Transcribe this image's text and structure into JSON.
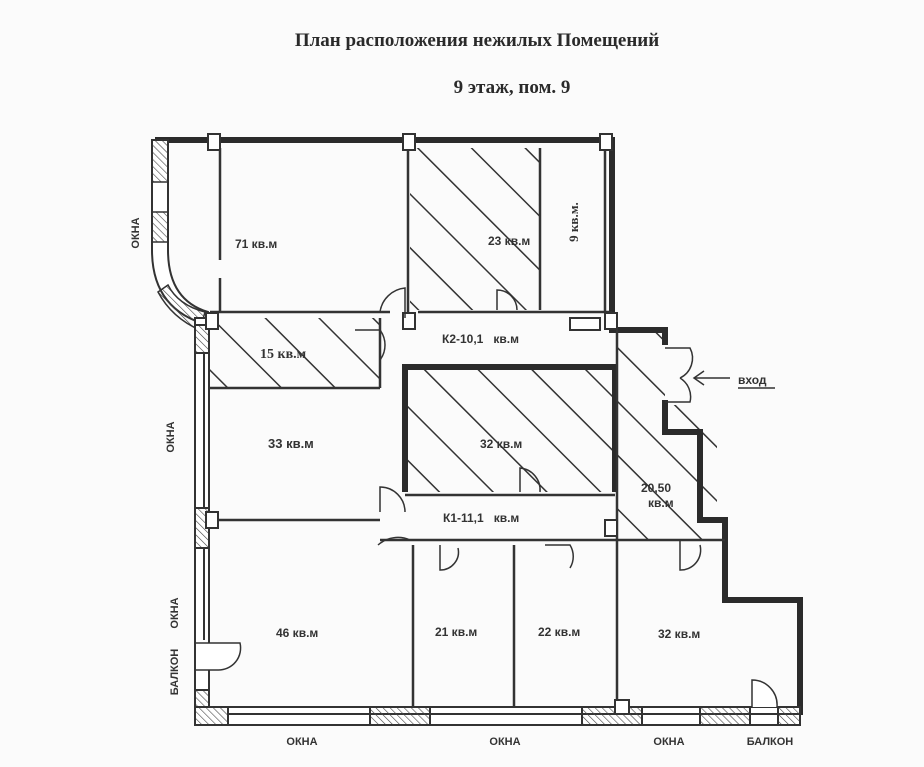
{
  "title": {
    "main": "План расположения нежилых Помещений",
    "sub": "9 этаж, пом. 9"
  },
  "rooms": [
    {
      "id": "r71",
      "label": "71 кв.м",
      "hatched": false
    },
    {
      "id": "r23",
      "label": "23 кв.м",
      "hatched": true
    },
    {
      "id": "r9",
      "label": "9 кв.м.",
      "hatched": false
    },
    {
      "id": "r15",
      "label": "15 кв.м",
      "hatched": true
    },
    {
      "id": "k2",
      "label": "К2-10,1   кв.м",
      "hatched": false
    },
    {
      "id": "r32a",
      "label": "32 кв.м",
      "hatched": true
    },
    {
      "id": "r33",
      "label": "33 кв.м",
      "hatched": false
    },
    {
      "id": "r2050_a",
      "label": "20,50",
      "hatched": true
    },
    {
      "id": "r2050_b",
      "label": "кв.м",
      "hatched": true
    },
    {
      "id": "k1",
      "label": "К1-11,1   кв.м",
      "hatched": false
    },
    {
      "id": "r46",
      "label": "46 кв.м",
      "hatched": false
    },
    {
      "id": "r21",
      "label": "21 кв.м",
      "hatched": false
    },
    {
      "id": "r22",
      "label": "22 кв.м",
      "hatched": false
    },
    {
      "id": "r32b",
      "label": "32 кв.м",
      "hatched": false
    }
  ],
  "annotations": {
    "entrance": "вход",
    "windows_left_top": "ОКНА",
    "windows_left_mid": "ОКНА",
    "windows_left_bottom": "ОКНА",
    "balcony_left": "БАЛКОН",
    "windows_bottom_1": "ОКНА",
    "windows_bottom_2": "ОКНА",
    "windows_bottom_3": "ОКНА",
    "balcony_bottom": "БАЛКОН"
  },
  "colors": {
    "wall": "#2b2b2b",
    "line": "#3a3a3a",
    "background": "#fbfbfb"
  }
}
